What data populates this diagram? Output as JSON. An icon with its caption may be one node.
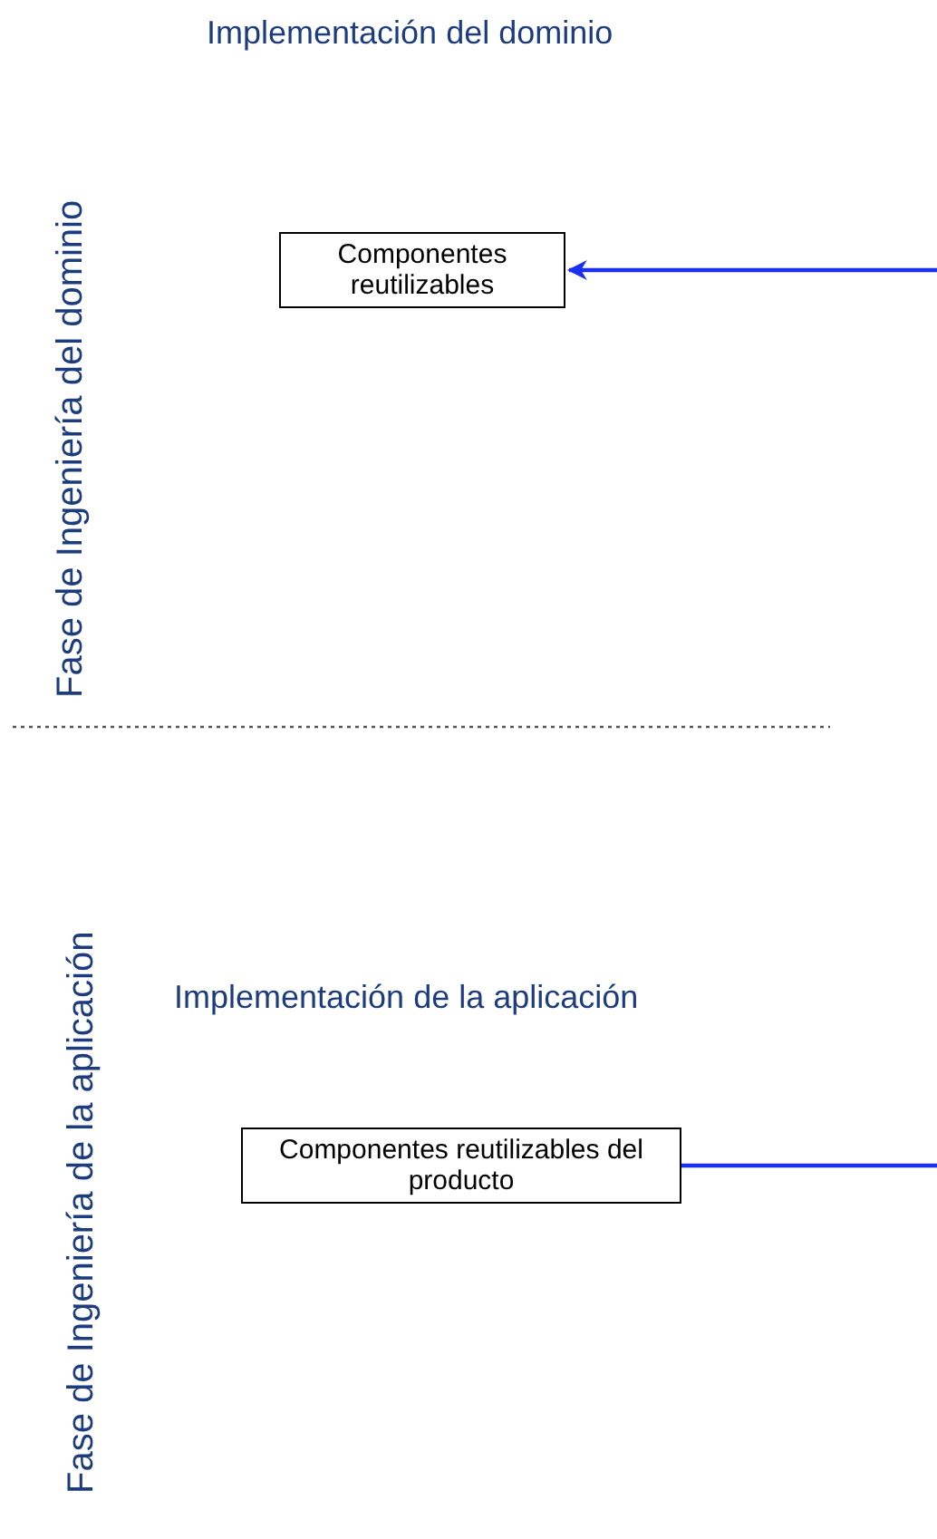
{
  "diagram": {
    "nodes": [
      {
        "text": [
          "Componentes reutilizables"
        ]
      },
      {
        "text": [
          "Componentes reutilizables del producto"
        ]
      }
    ],
    "edges": [
      {
        "from": null,
        "to": 0,
        "arrow": "to"
      },
      {
        "from": 1,
        "to": null,
        "arrow": "none"
      }
    ],
    "labels": [
      "Implementación del dominio",
      "Fase de Ingeniería del dominio",
      "Fase de Ingeniería de la aplicación",
      "Implementación de la aplicación"
    ]
  }
}
